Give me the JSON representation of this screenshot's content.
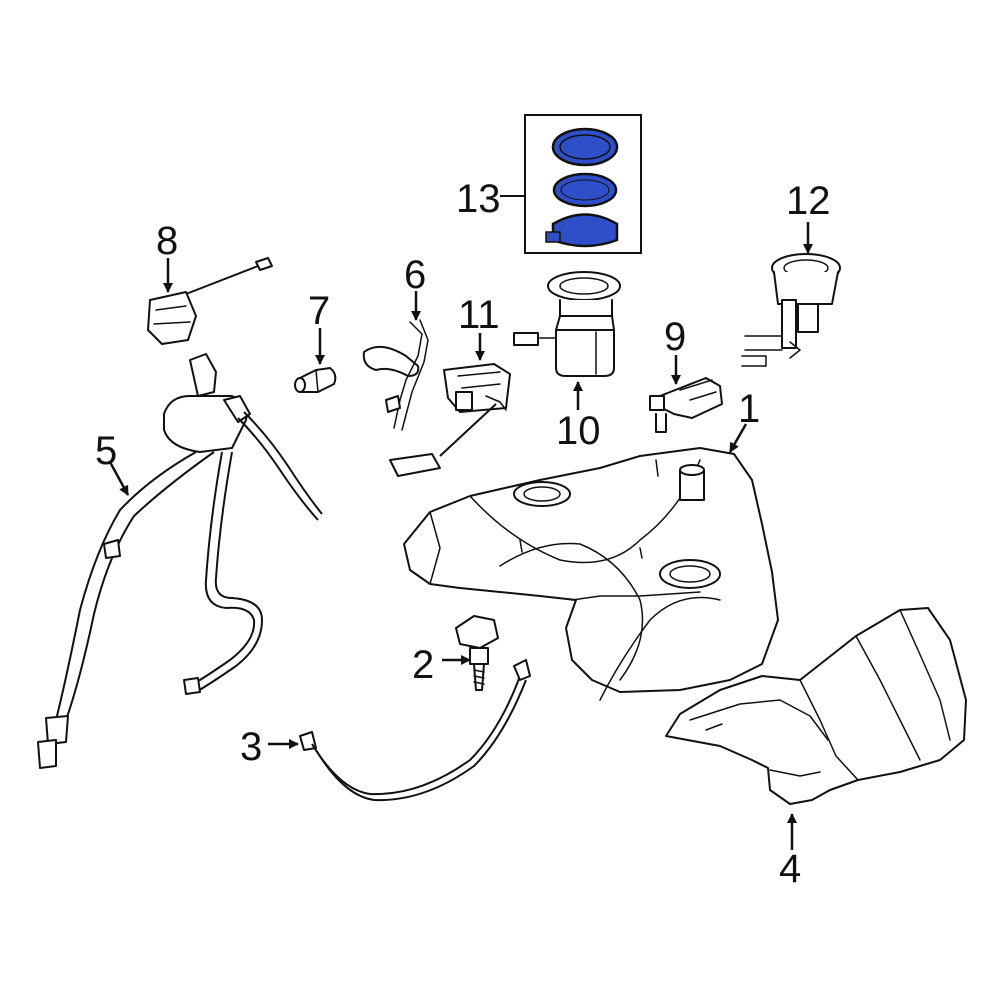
{
  "diagram": {
    "callouts": [
      {
        "id": "1",
        "text": "1"
      },
      {
        "id": "2",
        "text": "2"
      },
      {
        "id": "3",
        "text": "3"
      },
      {
        "id": "4",
        "text": "4"
      },
      {
        "id": "5",
        "text": "5"
      },
      {
        "id": "6",
        "text": "6"
      },
      {
        "id": "7",
        "text": "7"
      },
      {
        "id": "8",
        "text": "8"
      },
      {
        "id": "9",
        "text": "9"
      },
      {
        "id": "10",
        "text": "10"
      },
      {
        "id": "11",
        "text": "11"
      },
      {
        "id": "12",
        "text": "12"
      },
      {
        "id": "13",
        "text": "13"
      }
    ],
    "colors": {
      "line": "#111111",
      "highlight": "#2e4fc8",
      "background": "#ffffff"
    }
  }
}
